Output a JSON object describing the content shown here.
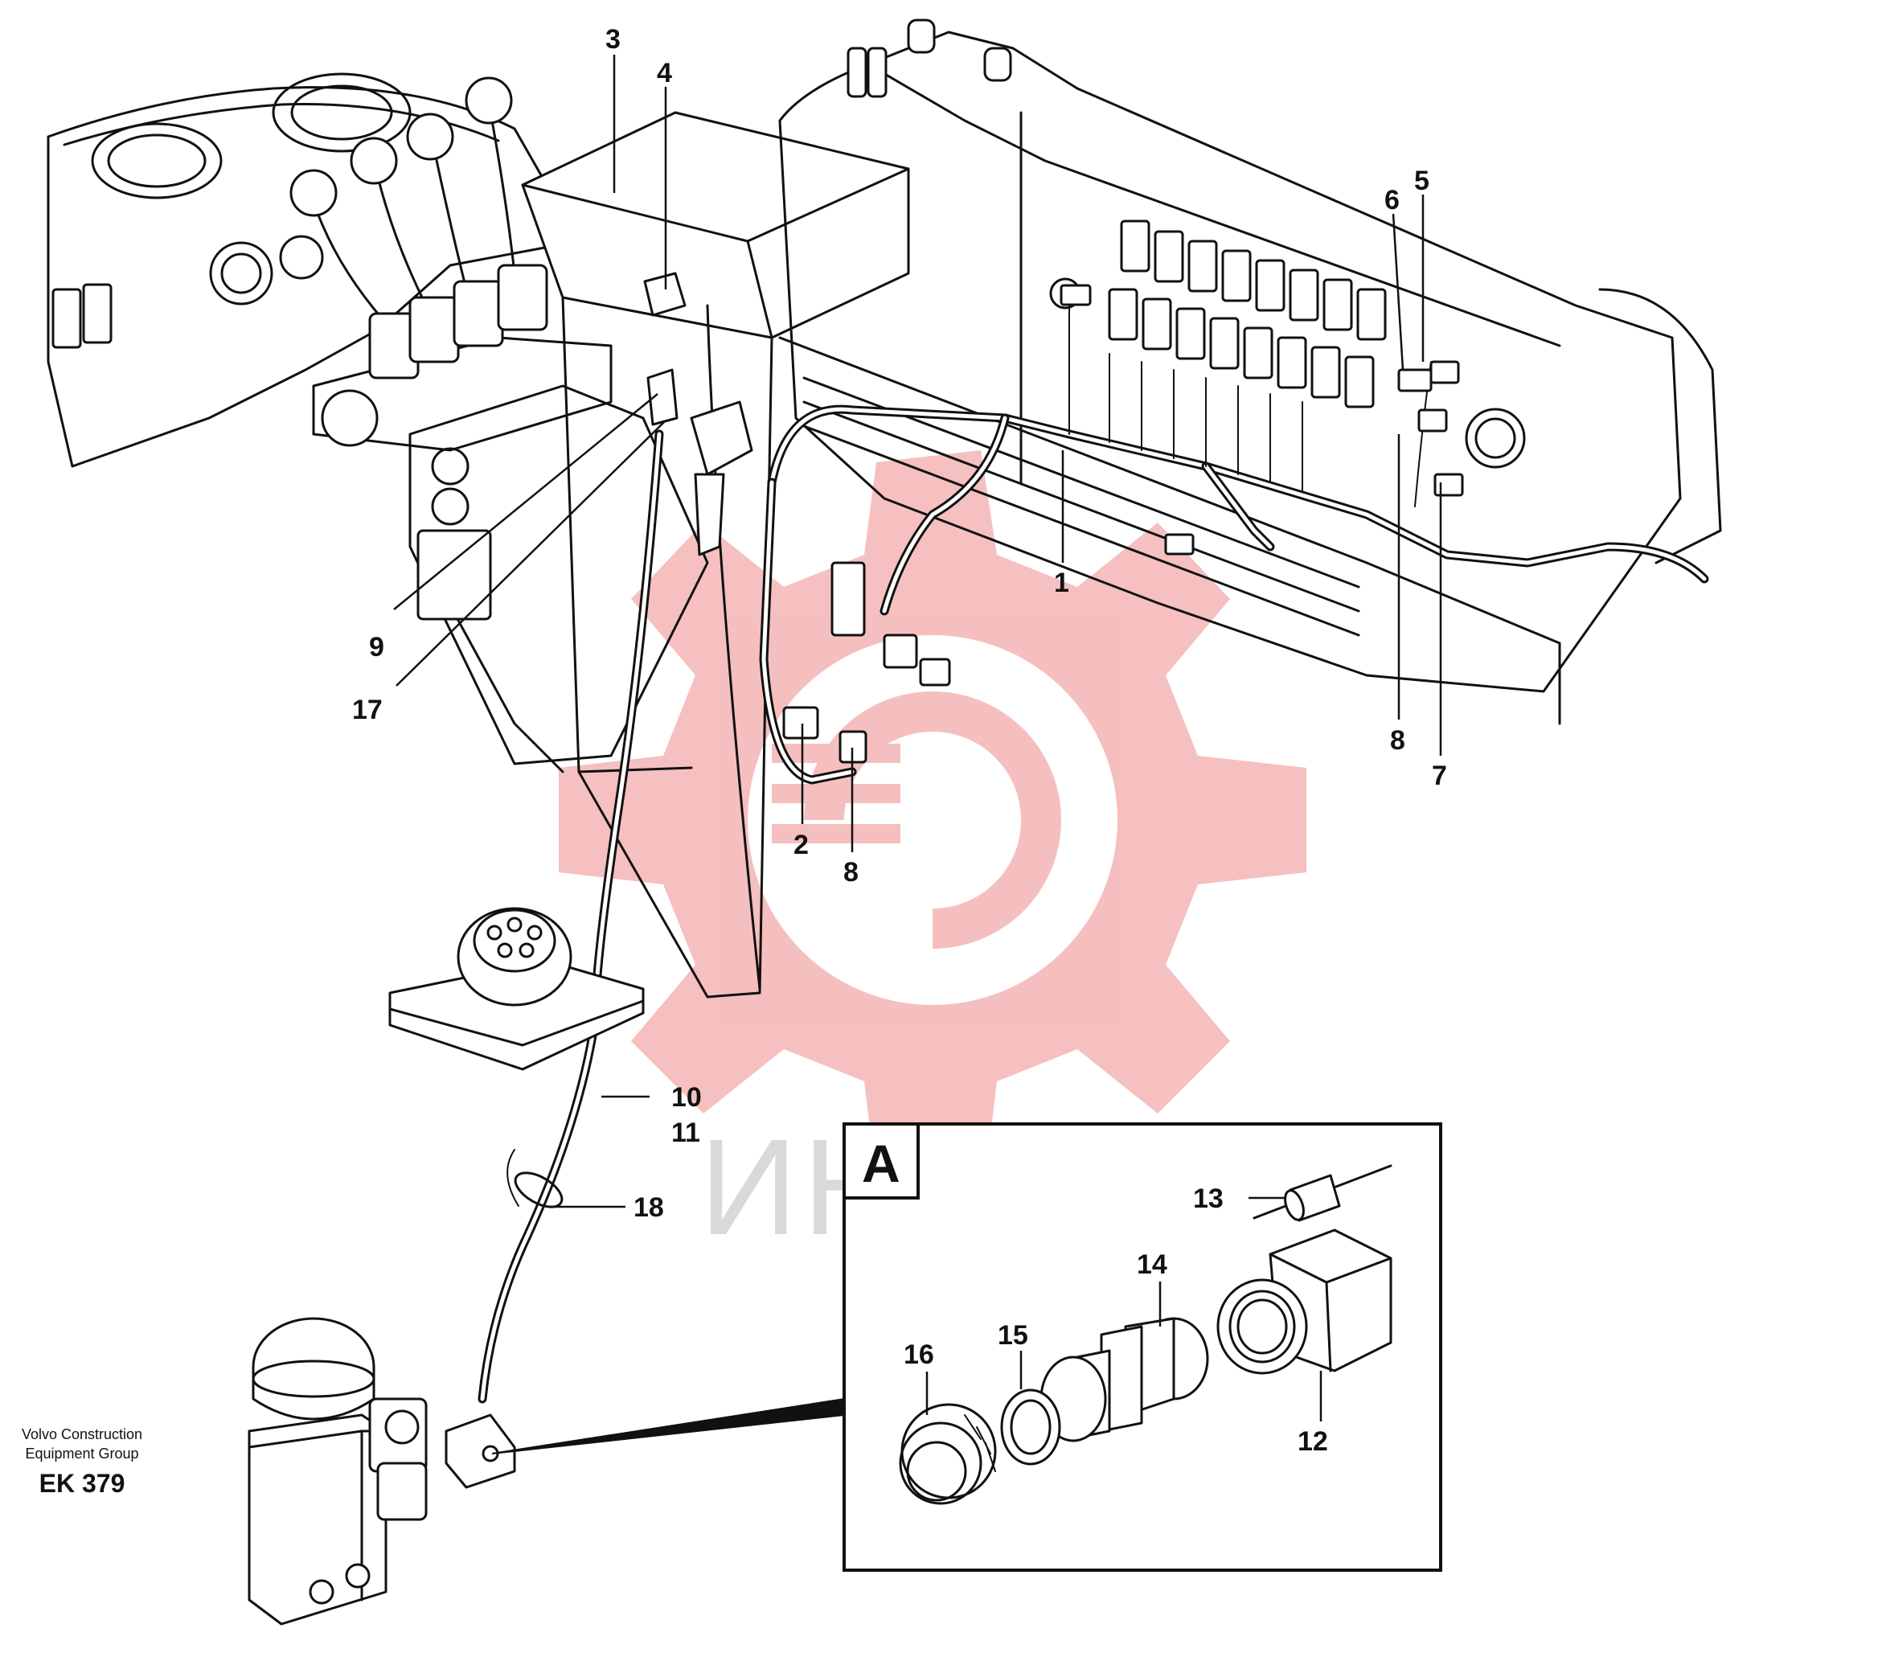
{
  "callouts": {
    "c1": "1",
    "c2": "2",
    "c3": "3",
    "c4": "4",
    "c5": "5",
    "c6": "6",
    "c7": "7",
    "c8a": "8",
    "c8b": "8",
    "c9": "9",
    "c10": "10",
    "c11": "11",
    "c12": "12",
    "c13": "13",
    "c14": "14",
    "c15": "15",
    "c16": "16",
    "c17": "17",
    "c18": "18"
  },
  "detail": {
    "label": "A"
  },
  "footer": {
    "publisher_line1": "Volvo Construction",
    "publisher_line2": "Equipment Group",
    "doc_id": "EK 379"
  },
  "watermark": {
    "text": "ИНТЕХ",
    "color": "#f5b5b5"
  },
  "colors": {
    "line": "#111111",
    "background": "#ffffff",
    "watermark_logo": "#f5b5b5",
    "watermark_text": "#d9d9d9"
  }
}
